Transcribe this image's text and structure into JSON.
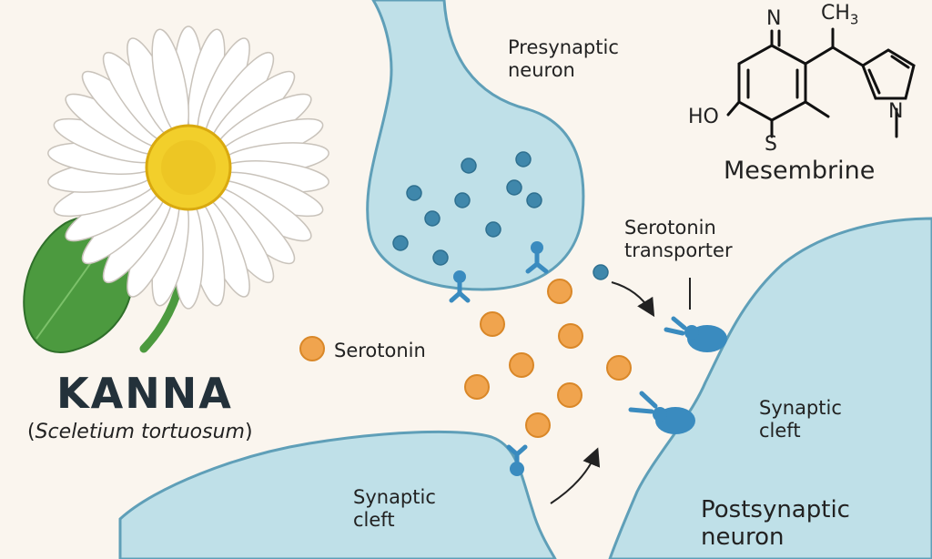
{
  "plant": {
    "name": "KANNA",
    "scientific_name": "Sceletium tortuosum",
    "paren_open": "(",
    "paren_close": ")"
  },
  "molecule": {
    "name": "Mesembrine",
    "atoms": {
      "n_top": "N",
      "ch3": "CH",
      "ch3_sub": "3",
      "ho": "HO",
      "s": "S",
      "n_ring": "N"
    }
  },
  "labels": {
    "presynaptic_line1": "Presynaptic",
    "presynaptic_line2": "neuron",
    "serotonin": "Serotonin",
    "transporter_line1": "Serotonin",
    "transporter_line2": "transporter",
    "cleft_left_line1": "Synaptic",
    "cleft_left_line2": "cleft",
    "cleft_right_line1": "Synaptic",
    "cleft_right_line2": "cleft",
    "postsynaptic_line1": "Postsynaptic",
    "postsynaptic_line2": "neuron"
  },
  "colors": {
    "background": "#faf5ee",
    "neuron_fill": "#bfe0e8",
    "neuron_stroke": "#5f9fb8",
    "vesicle": "#3f87ab",
    "serotonin": "#f0a44e",
    "serotonin_stroke": "#d98728",
    "transporter": "#3a8bbf",
    "petal": "#ffffff",
    "flower_center": "#f2cf2b",
    "leaf": "#4c9a3f"
  }
}
